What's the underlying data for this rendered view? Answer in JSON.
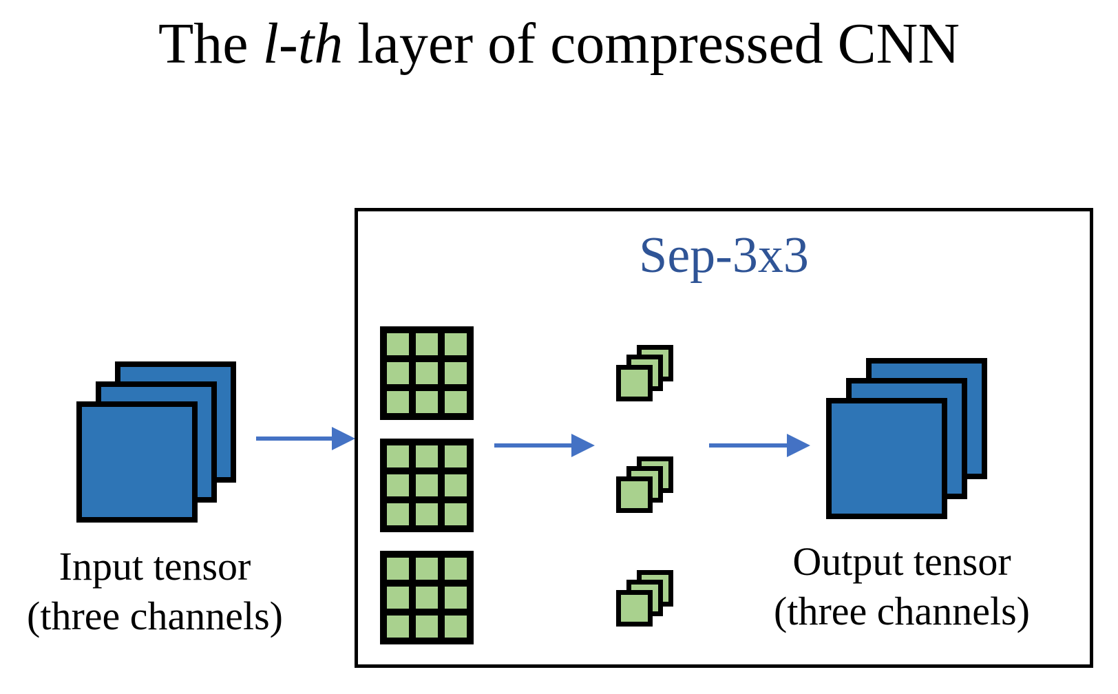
{
  "title": {
    "prefix": "The ",
    "emphasis": "l-th",
    "suffix": " layer of compressed CNN"
  },
  "sep_box": {
    "label": "Sep-3x3"
  },
  "input_caption": {
    "line1": "Input tensor",
    "line2": "(three channels)"
  },
  "output_caption": {
    "line1": "Output tensor",
    "line2": "(three channels)"
  },
  "diagram": {
    "channels_shown": 3,
    "kernel_grids_shown": 3,
    "feature_map_stacks_shown": 3,
    "kernel_size": "3x3"
  },
  "colors": {
    "tensor_fill": "#2E75B6",
    "kernel_fill": "#A9D18E",
    "arrow": "#4472C4",
    "sep_label_text": "#2F5496",
    "outline": "#000000",
    "background": "#FFFFFF"
  }
}
